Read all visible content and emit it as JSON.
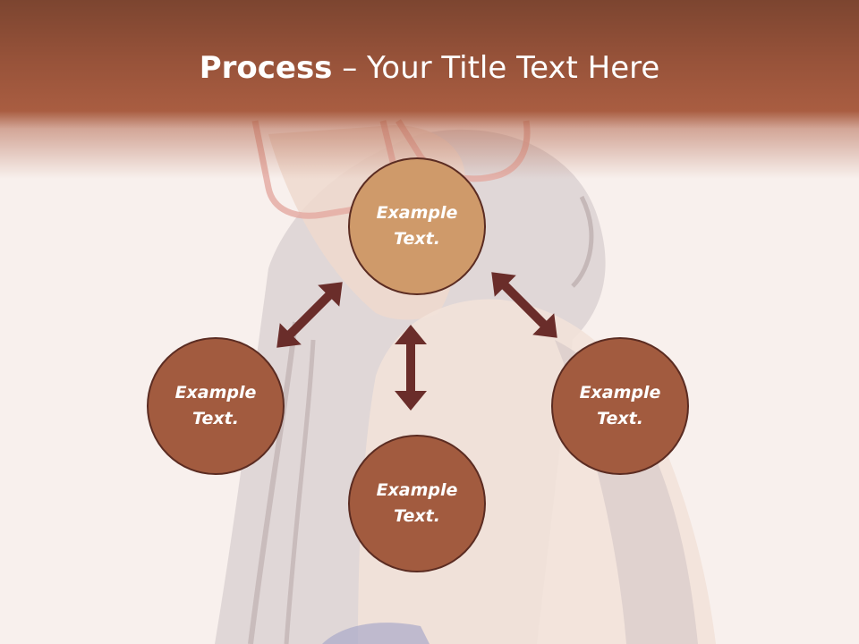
{
  "title": {
    "bold": "Process",
    "rest": " – Your Title Text Here"
  },
  "nodes": {
    "top": "Example Text.",
    "left": "Example Text.",
    "right": "Example Text.",
    "bottom": "Example Text."
  },
  "colors": {
    "header": "#a25b3f",
    "node_fill": "#a25b3f",
    "node_highlight": "#cf9a6a",
    "node_border": "#5b2c22",
    "arrow": "#6a2d2a",
    "background": "#f8f0ed"
  }
}
